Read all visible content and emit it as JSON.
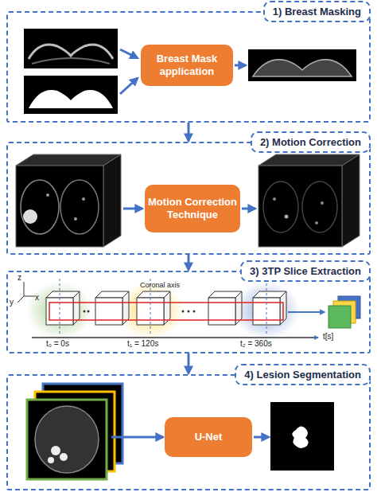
{
  "diagram": {
    "nodes": [
      {
        "text": [
          "1) Breast Masking"
        ]
      },
      {
        "text": [
          "Breast Mask application"
        ],
        "in": 0
      },
      {
        "text": [
          "2) Motion Correction"
        ]
      },
      {
        "text": [
          "Motion Correction Technique"
        ],
        "in": 2
      },
      {
        "text": [
          "3) 3TP Slice Extraction"
        ]
      },
      {
        "text": [
          "4) Lesion Segmentation"
        ]
      },
      {
        "text": [
          "U-Net"
        ],
        "in": 5
      }
    ],
    "edges": [
      {
        "from": 0,
        "to": 2,
        "arrow": "to"
      },
      {
        "from": 2,
        "to": 4,
        "arrow": "to"
      },
      {
        "from": 4,
        "to": 5,
        "arrow": "to"
      }
    ],
    "labels": [
      "z",
      "y",
      "x",
      "Coronal axis",
      "t₀ = 0s",
      "t₁ = 120s",
      "t₂ = 360s",
      "t[s]"
    ]
  }
}
